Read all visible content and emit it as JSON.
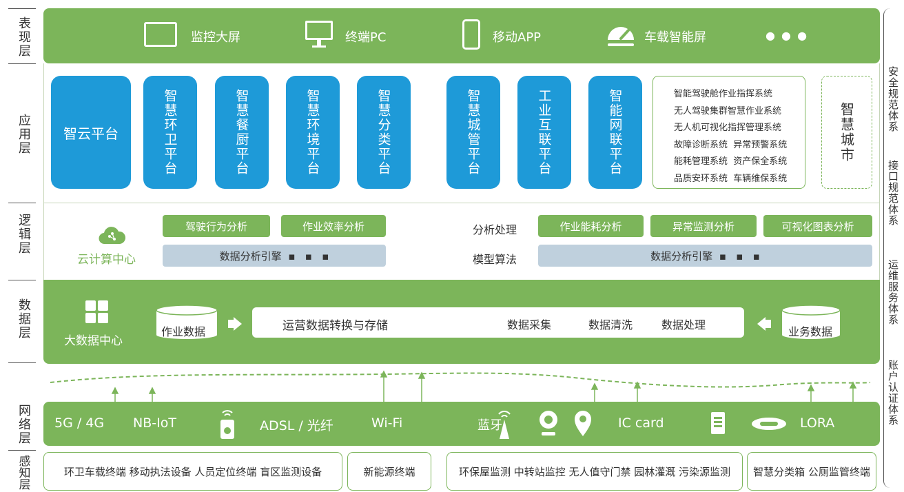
{
  "layers": {
    "presentation": "表现层",
    "application": "应用层",
    "logic": "逻辑层",
    "data": "数据层",
    "network": "网络层",
    "perception": "感知层"
  },
  "presentation": {
    "items": [
      "监控大屏",
      "终端PC",
      "移动APP",
      "车载智能屏"
    ],
    "more": "● ● ●"
  },
  "application": {
    "cloud_platform": "智云平台",
    "platforms": [
      "智慧环卫平台",
      "智慧餐厨平台",
      "智慧环境平台",
      "智慧分类平台",
      "智慧城管平台",
      "工业互联平台",
      "智能网联平台"
    ],
    "systems": [
      "智能驾驶舱作业指挥系统",
      "无人驾驶集群智慧作业系统",
      "无人机可视化指挥管理系统",
      "故障诊断系统  异常预警系统",
      "能耗管理系统  资产保全系统",
      "品质安环系统  车辆维保系统"
    ],
    "smart_city": "智慧城市"
  },
  "logic": {
    "cloud_center": "云计算中心",
    "left_pills": [
      "驾驶行为分析",
      "作业效率分析"
    ],
    "left_engine": "数据分析引擎  ▪   ▪   ▪",
    "analysis_label": "分析处理",
    "model_label": "模型算法",
    "right_pills": [
      "作业能耗分析",
      "异常监测分析",
      "可视化图表分析"
    ],
    "right_engine": "数据分析引擎  ▪   ▪   ▪"
  },
  "data_layer": {
    "bigdata_center": "大数据中心",
    "work_data": "作业数据",
    "storage": "运营数据转换与存储",
    "collect": "数据采集",
    "clean": "数据清洗",
    "process": "数据处理",
    "business_data": "业务数据"
  },
  "network": {
    "n5g": "5G / 4G",
    "nbiot": "NB-IoT",
    "adsl": "ADSL / 光纤",
    "wifi": "Wi-Fi",
    "bluetooth": "蓝牙",
    "iccard": "IC card",
    "lora": "LORA"
  },
  "perception": {
    "box1": "环卫车载终端  移动执法设备  人员定位终端  盲区监测设备",
    "box2": "新能源终端",
    "box3": "环保屋监测  中转站监控 无人值守门禁  园林灌溉  污染源监测",
    "box4": "智慧分类箱  公厕监管终端"
  },
  "right_systems": [
    "安全规范体系",
    "接口规范体系",
    "运维服务体系",
    "账户认证体系"
  ],
  "colors": {
    "green": "#7cb55a",
    "blue": "#1e9ad8",
    "gray": "#bfd0dd"
  }
}
